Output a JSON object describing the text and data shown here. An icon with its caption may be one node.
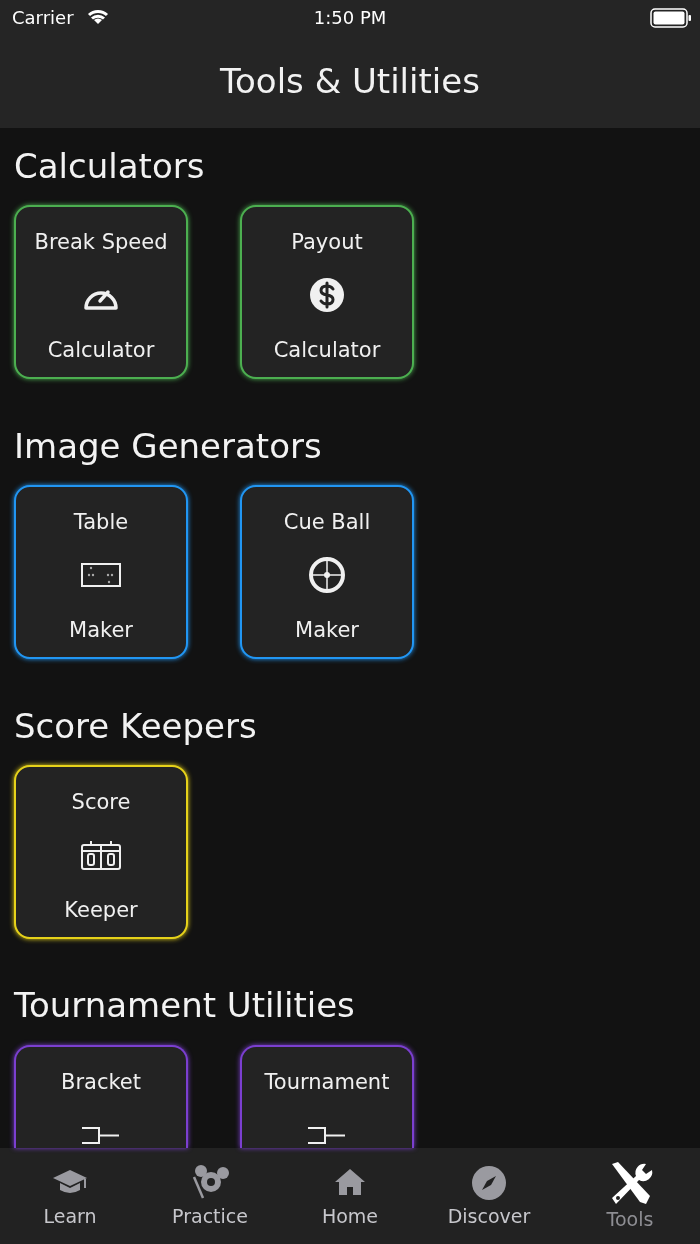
{
  "diagram": {
    "title": "Tools & Utilities",
    "nodes": [
      {
        "text": [
          "Break Speed",
          "Calculator"
        ]
      },
      {
        "text": [
          "Payout",
          "Calculator"
        ]
      },
      {
        "text": [
          "Table",
          "Maker"
        ]
      },
      {
        "text": [
          "Cue Ball",
          "Maker"
        ]
      },
      {
        "text": [
          "Score",
          "Keeper"
        ]
      },
      {
        "text": [
          "Bracket"
        ]
      },
      {
        "text": [
          "Tournament"
        ]
      }
    ],
    "labels": [
      "Carrier",
      "1:50 PM",
      "Calculators",
      "Image Generators",
      "Score Keepers",
      "Tournament Utilities",
      "Learn",
      "Practice",
      "Home",
      "Discover",
      "Tools"
    ]
  }
}
